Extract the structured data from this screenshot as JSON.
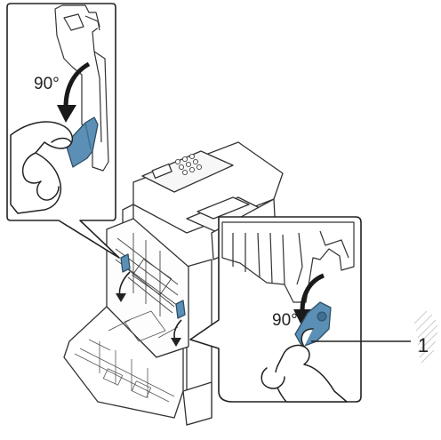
{
  "callouts": {
    "left_angle": "90°",
    "right_angle": "90°",
    "part_number": "1"
  },
  "colors": {
    "lever": "#5b8fb5",
    "lever_dark": "#3f6f93",
    "line": "#333333",
    "panel_fill": "#ffffff",
    "background": "#ffffff"
  },
  "icons": {
    "rotation_arrow": "curved-arrow-down",
    "hand": "pressing-hand",
    "printer": "printer-rear-open"
  }
}
